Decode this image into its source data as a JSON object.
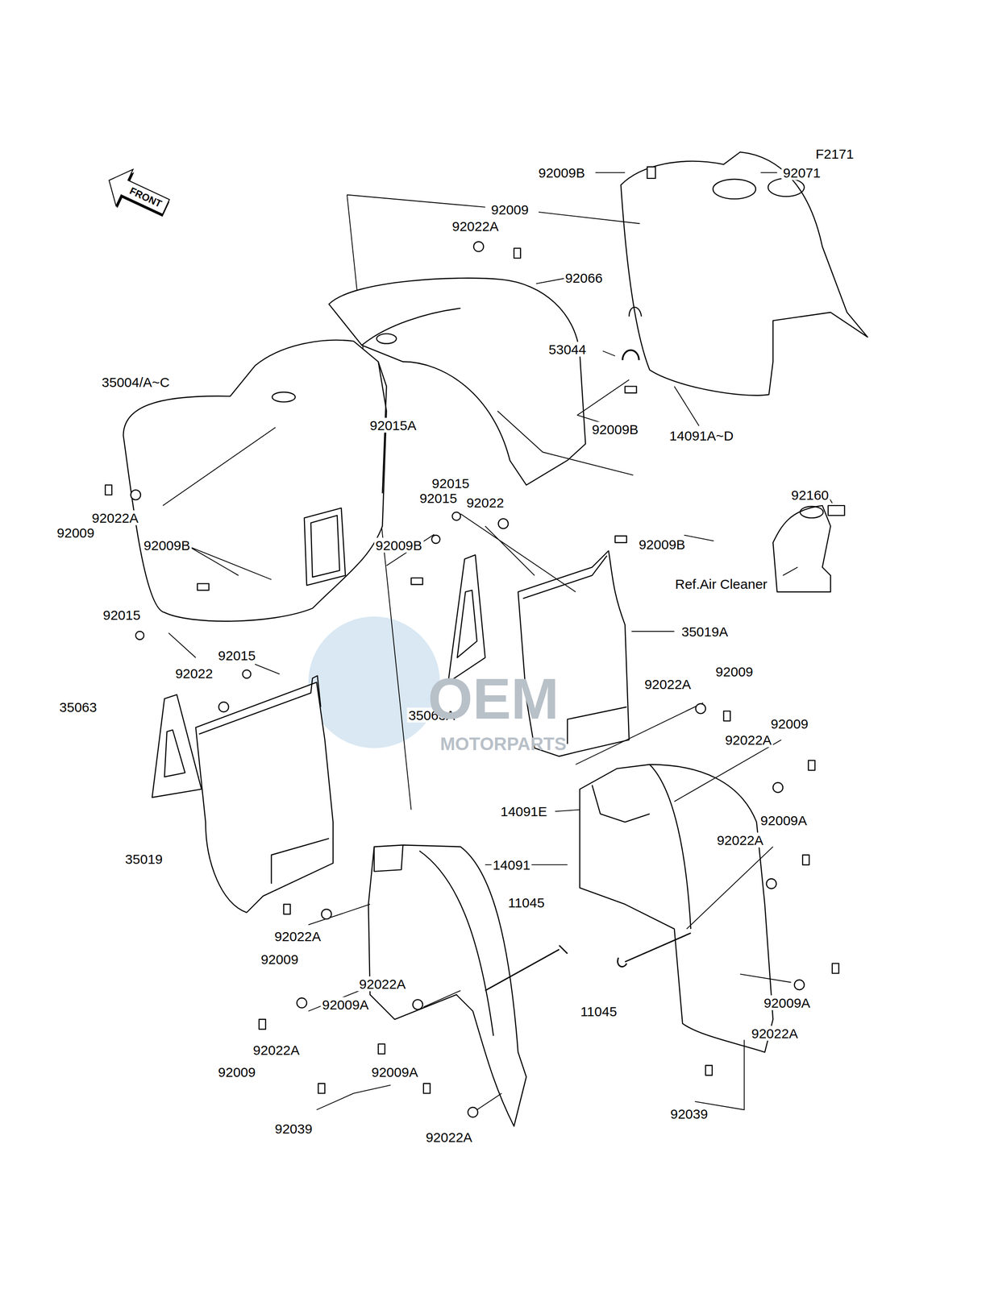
{
  "diagram": {
    "nodes": [
      {
        "text": [
          "FRONT"
        ]
      }
    ],
    "labels": [
      "F2171",
      "92009B",
      "92071",
      "92009",
      "92022A",
      "92066",
      "35004/A~C",
      "53044",
      "92009B",
      "14091A~D",
      "92015A",
      "92015",
      "92015",
      "92022",
      "92160",
      "92022A",
      "92009",
      "92009B",
      "92009B",
      "92009B",
      "Ref.Air Cleaner",
      "92015",
      "92015",
      "35019A",
      "92009",
      "92022A",
      "92022",
      "35063",
      "35063A",
      "92009",
      "92022A",
      "92009A",
      "14091E",
      "92022A",
      "35019",
      "14091",
      "11045",
      "92009",
      "92022A",
      "92022A",
      "92009A",
      "11045",
      "92009A",
      "92022A",
      "92009",
      "92022A",
      "92009A",
      "92039",
      "92039",
      "92022A",
      "OEM",
      "MOTORPARTS"
    ]
  }
}
